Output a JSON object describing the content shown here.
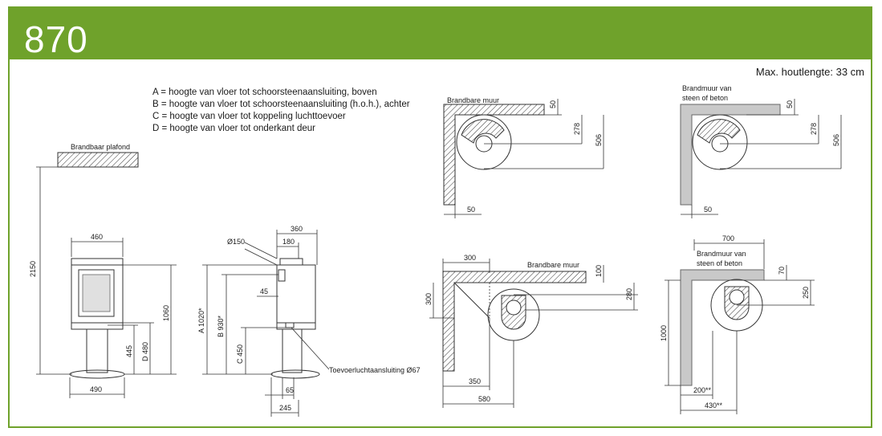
{
  "header": {
    "model": "870",
    "max_log_length": "Max. houtlengte: 33 cm"
  },
  "legend": [
    "A = hoogte van vloer tot schoorsteenaansluiting, boven",
    "B = hoogte van vloer tot schoorsteenaansluiting (h.o.h.), achter",
    "C = hoogte van vloer tot koppeling luchttoevoer",
    "D = hoogte van vloer tot onderkant deur"
  ],
  "front_view": {
    "ceiling_label": "Brandbaar plafond",
    "height_total": "2150",
    "width_top": "460",
    "width_base": "490",
    "height_1060": "1060",
    "height_445": "445",
    "height_d480": "D 480"
  },
  "side_view": {
    "width_360": "360",
    "dia_150": "Ø150",
    "width_180": "180",
    "offset_45": "45",
    "height_a": "A 1020*",
    "height_b": "B 930*",
    "height_c": "C 450",
    "offset_65": "65",
    "depth_245": "245",
    "air_supply": "Toevoerluchtaansluiting Ø67"
  },
  "plan_tl": {
    "wall_label": "Brandbare muur",
    "dim_50_top": "50",
    "dim_278": "278",
    "dim_506": "506",
    "dim_50_bottom": "50"
  },
  "plan_tr": {
    "wall_label_1": "Brandmuur van",
    "wall_label_2": "steen of beton",
    "dim_50_top": "50",
    "dim_278": "278",
    "dim_506": "506",
    "dim_50_bottom": "50"
  },
  "plan_bl": {
    "wall_label": "Brandbare muur",
    "dim_300_top": "300",
    "dim_100": "100",
    "dim_300_side": "300",
    "dim_280": "280",
    "dim_350": "350",
    "dim_580": "580"
  },
  "plan_br": {
    "dim_700": "700",
    "wall_label_1": "Brandmuur van",
    "wall_label_2": "steen of beton",
    "dim_70": "70",
    "dim_250": "250",
    "dim_1000": "1000",
    "dim_200": "200**",
    "dim_430": "430**"
  },
  "colors": {
    "brand_green": "#6fa22b",
    "wall_grey": "#c9c9c9"
  }
}
